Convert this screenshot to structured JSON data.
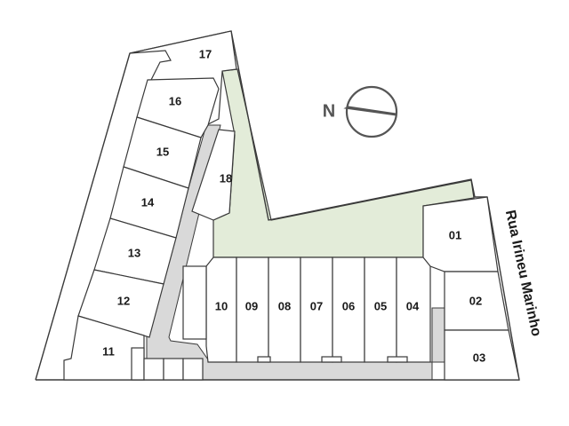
{
  "map": {
    "lots": [
      {
        "id": "01",
        "label": "01"
      },
      {
        "id": "02",
        "label": "02"
      },
      {
        "id": "03",
        "label": "03"
      },
      {
        "id": "04",
        "label": "04"
      },
      {
        "id": "05",
        "label": "05"
      },
      {
        "id": "06",
        "label": "06"
      },
      {
        "id": "07",
        "label": "07"
      },
      {
        "id": "08",
        "label": "08"
      },
      {
        "id": "09",
        "label": "09"
      },
      {
        "id": "10",
        "label": "10"
      },
      {
        "id": "11",
        "label": "11"
      },
      {
        "id": "12",
        "label": "12"
      },
      {
        "id": "13",
        "label": "13"
      },
      {
        "id": "14",
        "label": "14"
      },
      {
        "id": "15",
        "label": "15"
      },
      {
        "id": "16",
        "label": "16"
      },
      {
        "id": "17",
        "label": "17"
      },
      {
        "id": "18",
        "label": "18"
      }
    ],
    "street_name": "Rua Irineu Marinho",
    "compass": {
      "label": "N",
      "icon": "compass-icon"
    },
    "colors": {
      "green_area": "#e3ecd9",
      "road": "#d9d9d9",
      "lines": "#3a3a3a"
    }
  }
}
